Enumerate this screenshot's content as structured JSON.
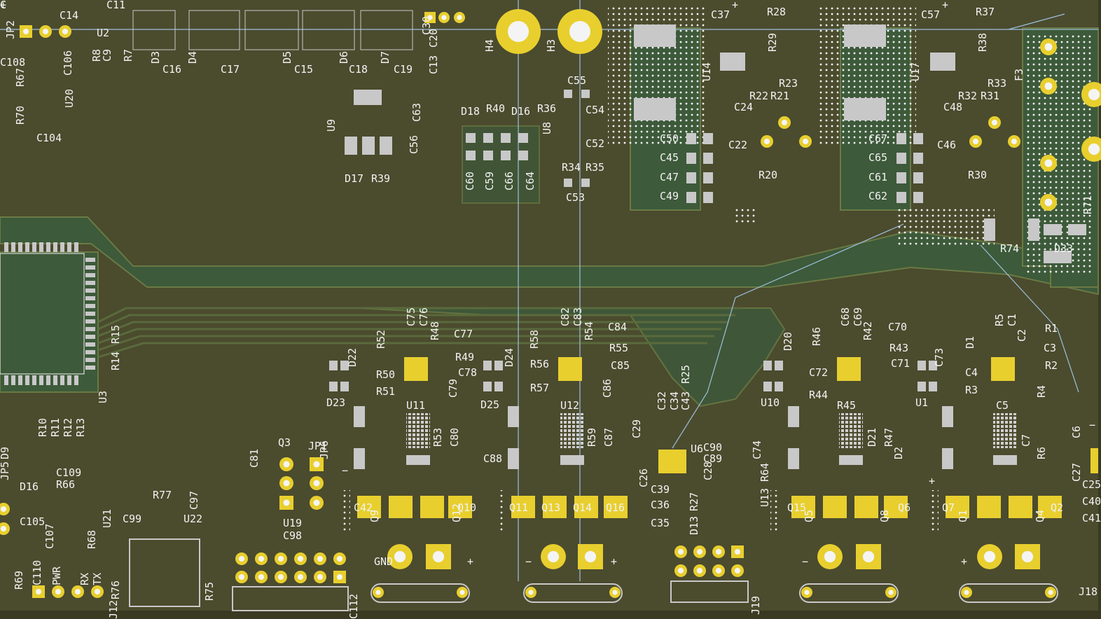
{
  "board": {
    "colors": {
      "substrate": "#4b4b2e",
      "copper_fill": "#3d5a3a",
      "trace": "#5a6a3c",
      "pad_gold": "#e8cf2e",
      "pad_gray": "#c8c8c8",
      "silk": "#f2f2f2",
      "courtyard": "#9cc0dc"
    },
    "labels": [
      {
        "t": "JP2"
      },
      {
        "t": "C14"
      },
      {
        "t": "C11"
      },
      {
        "t": "U2"
      },
      {
        "t": "R8"
      },
      {
        "t": "C9"
      },
      {
        "t": "R7"
      },
      {
        "t": "C108"
      },
      {
        "t": "C106"
      },
      {
        "t": "R67"
      },
      {
        "t": "R70"
      },
      {
        "t": "U20"
      },
      {
        "t": "C104"
      },
      {
        "t": "D3"
      },
      {
        "t": "C16"
      },
      {
        "t": "D4"
      },
      {
        "t": "C17"
      },
      {
        "t": "D5"
      },
      {
        "t": "C15"
      },
      {
        "t": "D6"
      },
      {
        "t": "C18"
      },
      {
        "t": "D7"
      },
      {
        "t": "C19"
      },
      {
        "t": "C13"
      },
      {
        "t": "C20"
      },
      {
        "t": "C30"
      },
      {
        "t": "H4"
      },
      {
        "t": "H3"
      },
      {
        "t": "C37"
      },
      {
        "t": "R28"
      },
      {
        "t": "R29"
      },
      {
        "t": "U14"
      },
      {
        "t": "R23"
      },
      {
        "t": "R22"
      },
      {
        "t": "R21"
      },
      {
        "t": "C24"
      },
      {
        "t": "C22"
      },
      {
        "t": "R20"
      },
      {
        "t": "C57"
      },
      {
        "t": "R37"
      },
      {
        "t": "R38"
      },
      {
        "t": "U17"
      },
      {
        "t": "R33"
      },
      {
        "t": "R32"
      },
      {
        "t": "R31"
      },
      {
        "t": "C48"
      },
      {
        "t": "C46"
      },
      {
        "t": "R30"
      },
      {
        "t": "F3"
      },
      {
        "t": "R71"
      },
      {
        "t": "R74"
      },
      {
        "t": "D33"
      },
      {
        "t": "C50"
      },
      {
        "t": "C45"
      },
      {
        "t": "C47"
      },
      {
        "t": "C49"
      },
      {
        "t": "C67"
      },
      {
        "t": "C65"
      },
      {
        "t": "C61"
      },
      {
        "t": "C62"
      },
      {
        "t": "C55"
      },
      {
        "t": "C54"
      },
      {
        "t": "C52"
      },
      {
        "t": "R34"
      },
      {
        "t": "R35"
      },
      {
        "t": "C53"
      },
      {
        "t": "U8"
      },
      {
        "t": "D18"
      },
      {
        "t": "R40"
      },
      {
        "t": "D16"
      },
      {
        "t": "R36"
      },
      {
        "t": "C60"
      },
      {
        "t": "C59"
      },
      {
        "t": "C66"
      },
      {
        "t": "C64"
      },
      {
        "t": "U9"
      },
      {
        "t": "C63"
      },
      {
        "t": "C56"
      },
      {
        "t": "D17"
      },
      {
        "t": "R39"
      },
      {
        "t": "R15"
      },
      {
        "t": "R14"
      },
      {
        "t": "U3"
      },
      {
        "t": "R10"
      },
      {
        "t": "R11"
      },
      {
        "t": "R12"
      },
      {
        "t": "R13"
      },
      {
        "t": "D22"
      },
      {
        "t": "R52"
      },
      {
        "t": "C75"
      },
      {
        "t": "C76"
      },
      {
        "t": "R48"
      },
      {
        "t": "C77"
      },
      {
        "t": "R49"
      },
      {
        "t": "C78"
      },
      {
        "t": "R50"
      },
      {
        "t": "R51"
      },
      {
        "t": "C79"
      },
      {
        "t": "U11"
      },
      {
        "t": "D23"
      },
      {
        "t": "R53"
      },
      {
        "t": "C80"
      },
      {
        "t": "D24"
      },
      {
        "t": "R58"
      },
      {
        "t": "C82"
      },
      {
        "t": "C83"
      },
      {
        "t": "R54"
      },
      {
        "t": "C84"
      },
      {
        "t": "R55"
      },
      {
        "t": "C85"
      },
      {
        "t": "R56"
      },
      {
        "t": "R57"
      },
      {
        "t": "C86"
      },
      {
        "t": "U12"
      },
      {
        "t": "D25"
      },
      {
        "t": "R59"
      },
      {
        "t": "C88"
      },
      {
        "t": "C87"
      },
      {
        "t": "C29"
      },
      {
        "t": "C32"
      },
      {
        "t": "C34"
      },
      {
        "t": "C43"
      },
      {
        "t": "R25"
      },
      {
        "t": "U6"
      },
      {
        "t": "C90"
      },
      {
        "t": "C89"
      },
      {
        "t": "C26"
      },
      {
        "t": "C28"
      },
      {
        "t": "C39"
      },
      {
        "t": "R27"
      },
      {
        "t": "C36"
      },
      {
        "t": "C35"
      },
      {
        "t": "D13"
      },
      {
        "t": "C74"
      },
      {
        "t": "R64"
      },
      {
        "t": "U13"
      },
      {
        "t": "D20"
      },
      {
        "t": "R46"
      },
      {
        "t": "C68"
      },
      {
        "t": "C69"
      },
      {
        "t": "R42"
      },
      {
        "t": "C70"
      },
      {
        "t": "R43"
      },
      {
        "t": "C71"
      },
      {
        "t": "C72"
      },
      {
        "t": "R44"
      },
      {
        "t": "R45"
      },
      {
        "t": "U10"
      },
      {
        "t": "D21"
      },
      {
        "t": "R47"
      },
      {
        "t": "C73"
      },
      {
        "t": "D1"
      },
      {
        "t": "R5"
      },
      {
        "t": "C1"
      },
      {
        "t": "C2"
      },
      {
        "t": "R1"
      },
      {
        "t": "C3"
      },
      {
        "t": "R2"
      },
      {
        "t": "C4"
      },
      {
        "t": "R3"
      },
      {
        "t": "R4"
      },
      {
        "t": "C5"
      },
      {
        "t": "U1"
      },
      {
        "t": "D2"
      },
      {
        "t": "C7"
      },
      {
        "t": "R6"
      },
      {
        "t": "C6"
      },
      {
        "t": "C27"
      },
      {
        "t": "C25"
      },
      {
        "t": "C40"
      },
      {
        "t": "C41"
      },
      {
        "t": "C42"
      },
      {
        "t": "Q9"
      },
      {
        "t": "Q12"
      },
      {
        "t": "Q10"
      },
      {
        "t": "Q11"
      },
      {
        "t": "Q13"
      },
      {
        "t": "Q14"
      },
      {
        "t": "Q16"
      },
      {
        "t": "Q15"
      },
      {
        "t": "Q5"
      },
      {
        "t": "Q8"
      },
      {
        "t": "Q6"
      },
      {
        "t": "Q7"
      },
      {
        "t": "Q1"
      },
      {
        "t": "Q4"
      },
      {
        "t": "Q2"
      },
      {
        "t": "Q3"
      },
      {
        "t": "JP1"
      },
      {
        "t": "JP6"
      },
      {
        "t": "C81"
      },
      {
        "t": "C97"
      },
      {
        "t": "U19"
      },
      {
        "t": "C98"
      },
      {
        "t": "C99"
      },
      {
        "t": "R77"
      },
      {
        "t": "U22"
      },
      {
        "t": "R76"
      },
      {
        "t": "R75"
      },
      {
        "t": "C112"
      },
      {
        "t": "J19"
      },
      {
        "t": "J12"
      },
      {
        "t": "J18"
      },
      {
        "t": "JP5"
      },
      {
        "t": "D9"
      },
      {
        "t": "D16"
      },
      {
        "t": "C109"
      },
      {
        "t": "R66"
      },
      {
        "t": "U21"
      },
      {
        "t": "C105"
      },
      {
        "t": "C107"
      },
      {
        "t": "R68"
      },
      {
        "t": "R69"
      },
      {
        "t": "C110"
      },
      {
        "t": "PWR"
      },
      {
        "t": "RX"
      },
      {
        "t": "TX"
      },
      {
        "t": "GND"
      },
      {
        "t": "+"
      },
      {
        "t": "−"
      },
      {
        "t": "+"
      },
      {
        "t": "−"
      },
      {
        "t": "+"
      },
      {
        "t": "−"
      },
      {
        "t": "+"
      },
      {
        "t": "−"
      },
      {
        "t": "+"
      },
      {
        "t": "+"
      },
      {
        "t": "+"
      },
      {
        "t": "C"
      },
      {
        "t": "C"
      }
    ]
  }
}
